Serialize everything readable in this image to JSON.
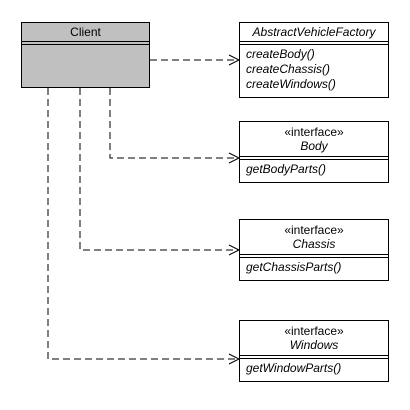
{
  "client": {
    "name": "Client"
  },
  "factory": {
    "name": "AbstractVehicleFactory",
    "operations": [
      "createBody()",
      "createChassis()",
      "createWindows()"
    ]
  },
  "body_iface": {
    "stereotype": "«interface»",
    "name": "Body",
    "operations": [
      "getBodyParts()"
    ]
  },
  "chassis_iface": {
    "stereotype": "«interface»",
    "name": "Chassis",
    "operations": [
      "getChassisParts()"
    ]
  },
  "windows_iface": {
    "stereotype": "«interface»",
    "name": "Windows",
    "operations": [
      "getWindowParts()"
    ]
  },
  "colors": {
    "client_fill": "#c0c0c0",
    "line": "#000000"
  }
}
